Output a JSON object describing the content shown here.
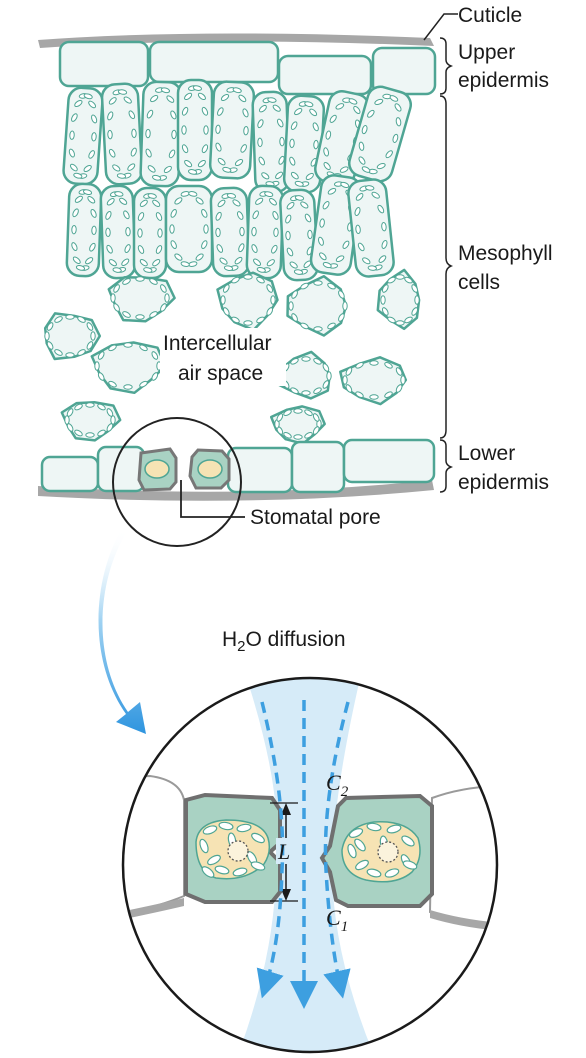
{
  "labels": {
    "cuticle": "Cuticle",
    "upper_epidermis_1": "Upper",
    "upper_epidermis_2": "epidermis",
    "mesophyll_1": "Mesophyll",
    "mesophyll_2": "cells",
    "lower_epidermis_1": "Lower",
    "lower_epidermis_2": "epidermis",
    "intercellular_1": "Intercellular",
    "intercellular_2": "air space",
    "stomatal_pore": "Stomatal pore",
    "diffusion_prefix": "H",
    "diffusion_sub": "2",
    "diffusion_suffix": "O diffusion",
    "c2": "C",
    "c2_sub": "2",
    "c1": "C",
    "c1_sub": "1",
    "length": "L"
  },
  "colors": {
    "cell_fill": "#eef6f5",
    "cell_stroke": "#4fa594",
    "guard_fill": "#a9d2c3",
    "nucleus_fill": "#f6e3b4",
    "cuticle": "#a7a7a7",
    "diffusion_band": "#d6ebf8",
    "arrow": "#3d9fe0"
  }
}
